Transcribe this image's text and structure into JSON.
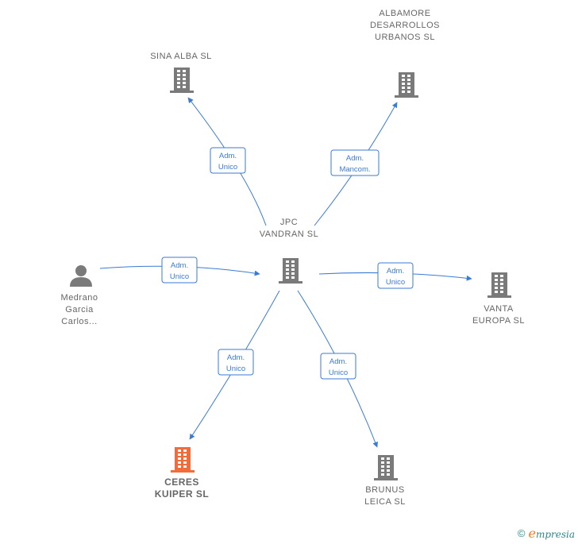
{
  "nodes": [
    {
      "id": "jpc",
      "kind": "company",
      "lines": [
        "JPC",
        "VANDRAN  SL"
      ],
      "color": "#7a7a7a"
    },
    {
      "id": "sina",
      "kind": "company",
      "lines": [
        "SINA ALBA  SL"
      ],
      "color": "#7a7a7a"
    },
    {
      "id": "albamore",
      "kind": "company",
      "lines": [
        "ALBAMORE",
        "DESARROLLOS",
        "URBANOS  SL"
      ],
      "color": "#7a7a7a"
    },
    {
      "id": "medrano",
      "kind": "person",
      "lines": [
        "Medrano",
        "Garcia",
        "Carlos..."
      ],
      "color": "#7a7a7a"
    },
    {
      "id": "vanta",
      "kind": "company",
      "lines": [
        "VANTA",
        "EUROPA  SL"
      ],
      "color": "#7a7a7a"
    },
    {
      "id": "ceres",
      "kind": "company",
      "lines": [
        "CERES",
        "KUIPER  SL"
      ],
      "color": "#f26b3a",
      "highlight": true
    },
    {
      "id": "brunus",
      "kind": "company",
      "lines": [
        "BRUNUS",
        "LEICA  SL"
      ],
      "color": "#7a7a7a"
    }
  ],
  "edges": [
    {
      "id": "e-sina",
      "lines": [
        "Adm.",
        "Unico"
      ]
    },
    {
      "id": "e-albamore",
      "lines": [
        "Adm.",
        "Mancom."
      ]
    },
    {
      "id": "e-medrano",
      "lines": [
        "Adm.",
        "Unico"
      ]
    },
    {
      "id": "e-vanta",
      "lines": [
        "Adm.",
        "Unico"
      ]
    },
    {
      "id": "e-ceres",
      "lines": [
        "Adm.",
        "Unico"
      ]
    },
    {
      "id": "e-brunus",
      "lines": [
        "Adm.",
        "Unico"
      ]
    }
  ],
  "footer": {
    "copyright": "©",
    "brand_initial": "e",
    "brand_rest": "mpresia"
  },
  "colors": {
    "edge": "#3a7bd5",
    "node": "#7a7a7a",
    "highlight": "#f26b3a"
  }
}
